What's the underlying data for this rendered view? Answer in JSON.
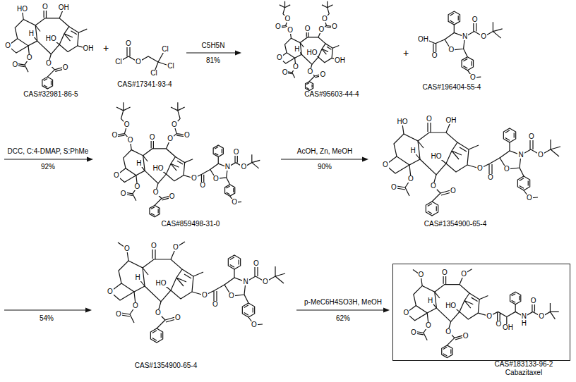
{
  "diagram": {
    "nodes": [
      {
        "text": [
          "CAS#183133-96-2",
          "Cabazitaxel"
        ]
      }
    ],
    "labels": [
      "CAS#32981-86-5",
      "+",
      "CAS#17341-93-4",
      "C5H5N",
      "81%",
      "CAS#95603-44-4",
      "+",
      "CAS#196404-55-4",
      "DCC, C:4-DMAP, S:PhMe",
      "92%",
      "CAS#859498-31-0",
      "AcOH, Zn, MeOH",
      "90%",
      "CAS#1354900-65-4",
      "54%",
      "CAS#1354900-65-4",
      "p-MeC6H4SO3H, MeOH",
      "62%",
      "HO",
      "O",
      "OH",
      "OH",
      "HO",
      "H",
      "O",
      "O",
      "O",
      "O",
      "O",
      "Cl",
      "O",
      "O",
      "Cl",
      "Cl",
      "Cl",
      "O",
      "O",
      "O",
      "O",
      "O",
      "O",
      "O",
      "OH",
      "HO",
      "H",
      "O",
      "O",
      "O",
      "O",
      "O",
      "O",
      "N",
      "O",
      "OH",
      "O",
      "O",
      "O",
      "O",
      "O",
      "O",
      "O",
      "O",
      "O",
      "O",
      "O",
      "N",
      "O",
      "O",
      "HO",
      "H",
      "O",
      "O",
      "O",
      "O",
      "O",
      "O",
      "O",
      "O",
      "HO",
      "O",
      "OH",
      "O",
      "N",
      "O",
      "O",
      "HO",
      "H",
      "O",
      "O",
      "O",
      "O",
      "O",
      "O",
      "O",
      "O",
      "O",
      "O",
      "O",
      "O",
      "N",
      "O",
      "O",
      "HO",
      "H",
      "O",
      "O",
      "O",
      "O",
      "O",
      "O",
      "O",
      "O",
      "O",
      "O",
      "O",
      "O",
      "H",
      "N",
      "O",
      "O",
      "HO",
      "H",
      "O",
      "OH",
      "O",
      "O",
      "O",
      "O",
      "O"
    ]
  }
}
